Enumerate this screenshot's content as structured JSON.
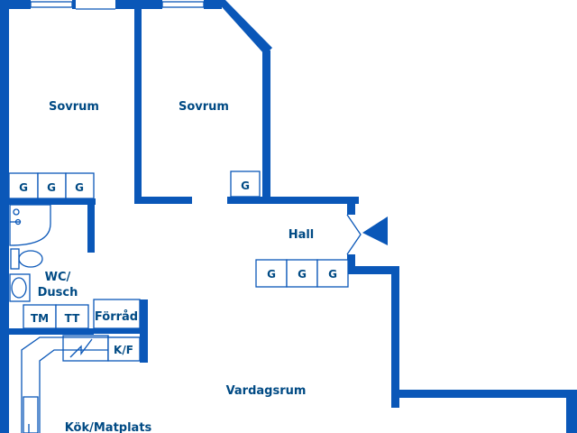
{
  "rooms": {
    "bedroom_1": "Sovrum",
    "bedroom_2": "Sovrum",
    "hall": "Hall",
    "wc_line1": "WC/",
    "wc_line2": "Dusch",
    "storage": "Förråd",
    "living": "Vardagsrum",
    "kitchen": "Kök/Matplats"
  },
  "fixtures": {
    "wardrobe": "G",
    "washer": "TM",
    "dryer": "TT",
    "fridge_freezer": "K/F"
  },
  "colors": {
    "wall": "#0a57b8",
    "label": "#004a84",
    "background": "#ffffff"
  },
  "icons": {
    "entrance": "entrance-arrow-icon"
  }
}
